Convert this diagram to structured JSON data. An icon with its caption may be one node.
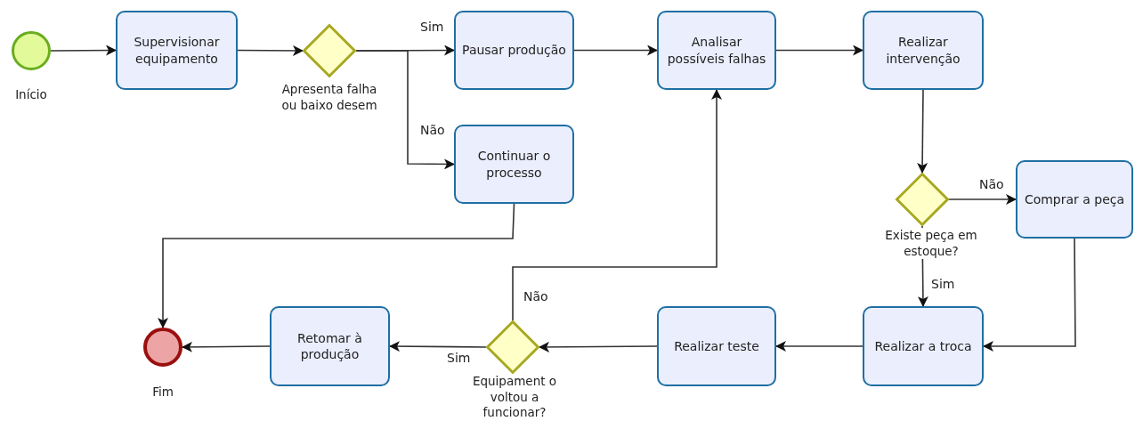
{
  "diagram": {
    "nodes": [
      {
        "text": [],
        "shape": "circle",
        "beside": [
          "Início"
        ]
      },
      {
        "text": [
          "Supervisionar equipamento"
        ]
      },
      {
        "text": [],
        "shape": "diamond",
        "beside": [
          "Apresenta falha ou baixo desem"
        ]
      },
      {
        "text": [
          "Pausar produção"
        ]
      },
      {
        "text": [
          "Continuar o processo"
        ]
      },
      {
        "text": [
          "Analisar possíveis falhas"
        ]
      },
      {
        "text": [
          "Realizar intervenção"
        ]
      },
      {
        "text": [],
        "shape": "diamond",
        "beside": [
          "Existe peça em estoque?"
        ]
      },
      {
        "text": [
          "Comprar a peça"
        ]
      },
      {
        "text": [
          "Realizar a troca"
        ]
      },
      {
        "text": [
          "Realizar teste"
        ]
      },
      {
        "text": [],
        "shape": "diamond",
        "beside": [
          "Equipament o voltou a funcionar?"
        ]
      },
      {
        "text": [
          "Retomar à produção"
        ]
      },
      {
        "text": [],
        "shape": "circle",
        "beside": [
          "Fim"
        ]
      }
    ],
    "edges": [
      {
        "from": 0,
        "to": 1,
        "arrow": "to"
      },
      {
        "from": 1,
        "to": 2,
        "arrow": "to"
      },
      {
        "from": 2,
        "to": 3,
        "arrow": "to",
        "label": "Sim"
      },
      {
        "from": 2,
        "to": 4,
        "arrow": "to",
        "label": "Não"
      },
      {
        "from": 3,
        "to": 5,
        "arrow": "to"
      },
      {
        "from": 5,
        "to": 6,
        "arrow": "to"
      },
      {
        "from": 6,
        "to": 7,
        "arrow": "to"
      },
      {
        "from": 7,
        "to": 8,
        "arrow": "to",
        "label": "Não"
      },
      {
        "from": 7,
        "to": 9,
        "arrow": "to",
        "label": "Sim"
      },
      {
        "from": 8,
        "to": 9,
        "arrow": "to"
      },
      {
        "from": 9,
        "to": 10,
        "arrow": "to"
      },
      {
        "from": 10,
        "to": 11,
        "arrow": "to"
      },
      {
        "from": 11,
        "to": 12,
        "arrow": "to",
        "label": "Sim"
      },
      {
        "from": 11,
        "to": 5,
        "arrow": "to",
        "label": "Não"
      },
      {
        "from": 12,
        "to": 13,
        "arrow": "to"
      },
      {
        "from": 4,
        "to": 13,
        "arrow": "to"
      }
    ]
  }
}
